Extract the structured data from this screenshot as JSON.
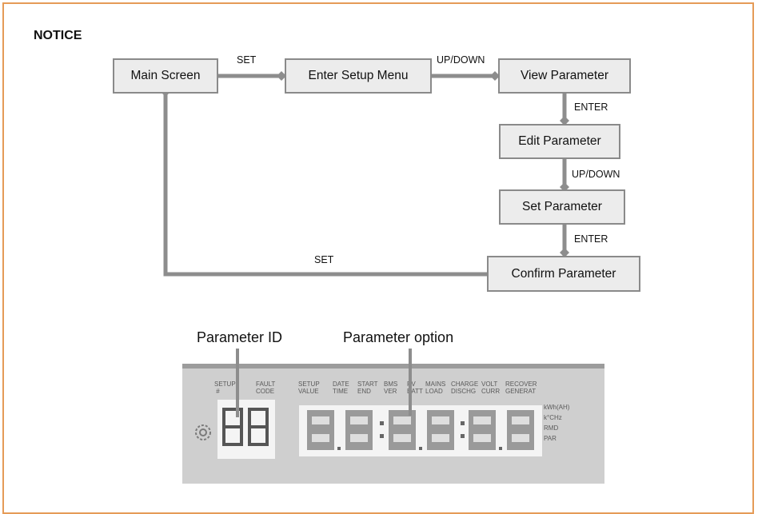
{
  "title": "NOTICE",
  "flow": {
    "boxes": {
      "main_screen": "Main Screen",
      "enter_setup_menu": "Enter Setup Menu",
      "view_parameter": "View Parameter",
      "edit_parameter": "Edit Parameter",
      "set_parameter": "Set Parameter",
      "confirm_parameter": "Confirm Parameter"
    },
    "labels": {
      "set_1": "SET",
      "up_down_1": "UP/DOWN",
      "enter_1": "ENTER",
      "up_down_2": "UP/DOWN",
      "enter_2": "ENTER",
      "set_return": "SET"
    }
  },
  "lcd": {
    "parameter_id_caption": "Parameter ID",
    "parameter_option_caption": "Parameter option"
  }
}
